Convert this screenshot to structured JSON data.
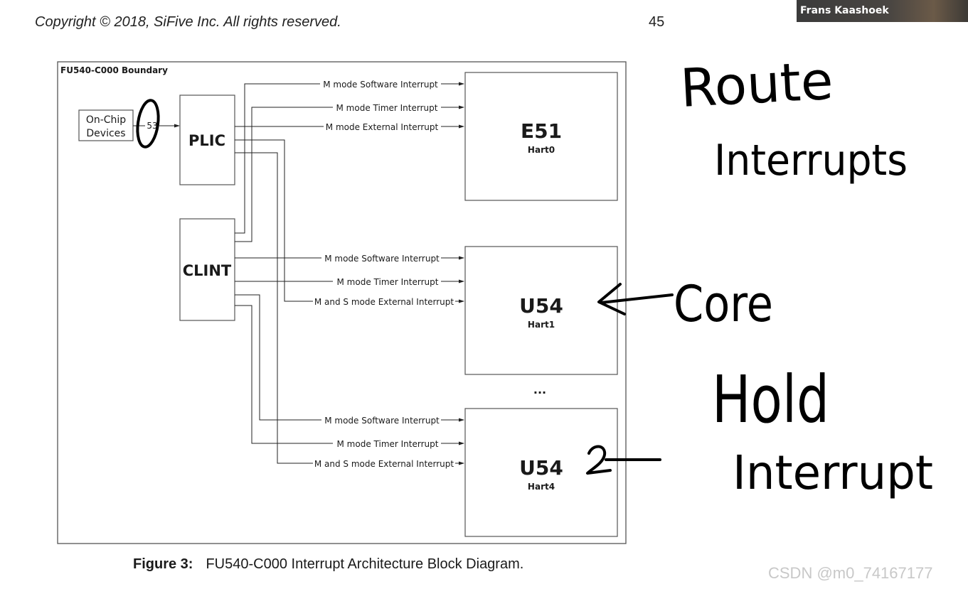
{
  "header": {
    "copyright": "Copyright © 2018, SiFive Inc. All rights reserved.",
    "page_number": "45"
  },
  "video": {
    "participant_name": "Frans Kaashoek"
  },
  "diagram": {
    "boundary_label": "FU540-C000 Boundary",
    "on_chip_line1": "On-Chip",
    "on_chip_line2": "Devices",
    "on_chip_count": "53",
    "plic": "PLIC",
    "clint": "CLINT",
    "cores": [
      {
        "name": "E51",
        "hart": "Hart0"
      },
      {
        "name": "U54",
        "hart": "Hart1"
      },
      {
        "name": "U54",
        "hart": "Hart4"
      }
    ],
    "ellipsis": "...",
    "signals": {
      "e51_sw": "M mode Software Interrupt",
      "e51_timer": "M mode Timer Interrupt",
      "e51_ext": "M mode External Interrupt",
      "h1_sw": "M mode Software Interrupt",
      "h1_timer": "M mode Timer Interrupt",
      "h1_ext": "M and S mode External Interrupt",
      "h4_sw": "M mode Software Interrupt",
      "h4_timer": "M mode Timer Interrupt",
      "h4_ext": "M and S mode External Interrupt"
    }
  },
  "caption": {
    "label": "Figure 3:",
    "text": "FU540-C000 Interrupt Architecture Block Diagram."
  },
  "handwriting": {
    "route": "Route",
    "interrupts": "Interrupts",
    "core": "Core",
    "hold": "Hold",
    "interrupt": "Interrupt"
  },
  "watermark": "CSDN @m0_74167177"
}
